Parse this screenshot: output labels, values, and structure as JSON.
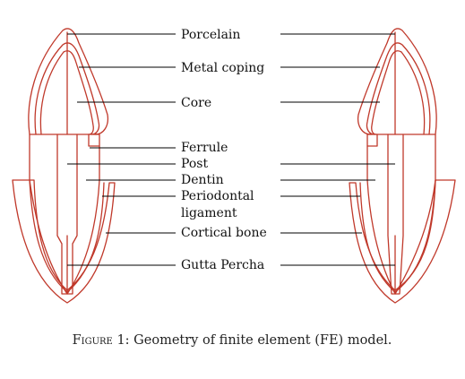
{
  "labels": {
    "porcelain": "Porcelain",
    "metal_coping": "Metal coping",
    "core": "Core",
    "ferrule": "Ferrule",
    "post": "Post",
    "dentin": "Dentin",
    "periodontal_ligament_line1": "Periodontal",
    "periodontal_ligament_line2": "ligament",
    "cortical_bone": "Cortical bone",
    "gutta_percha": "Gutta Percha"
  },
  "caption": {
    "prefix": "Figure 1:",
    "text": " Geometry of finite element (FE) model."
  },
  "colors": {
    "outline": "#c0392b",
    "leader": "#000000",
    "text": "#111111"
  }
}
